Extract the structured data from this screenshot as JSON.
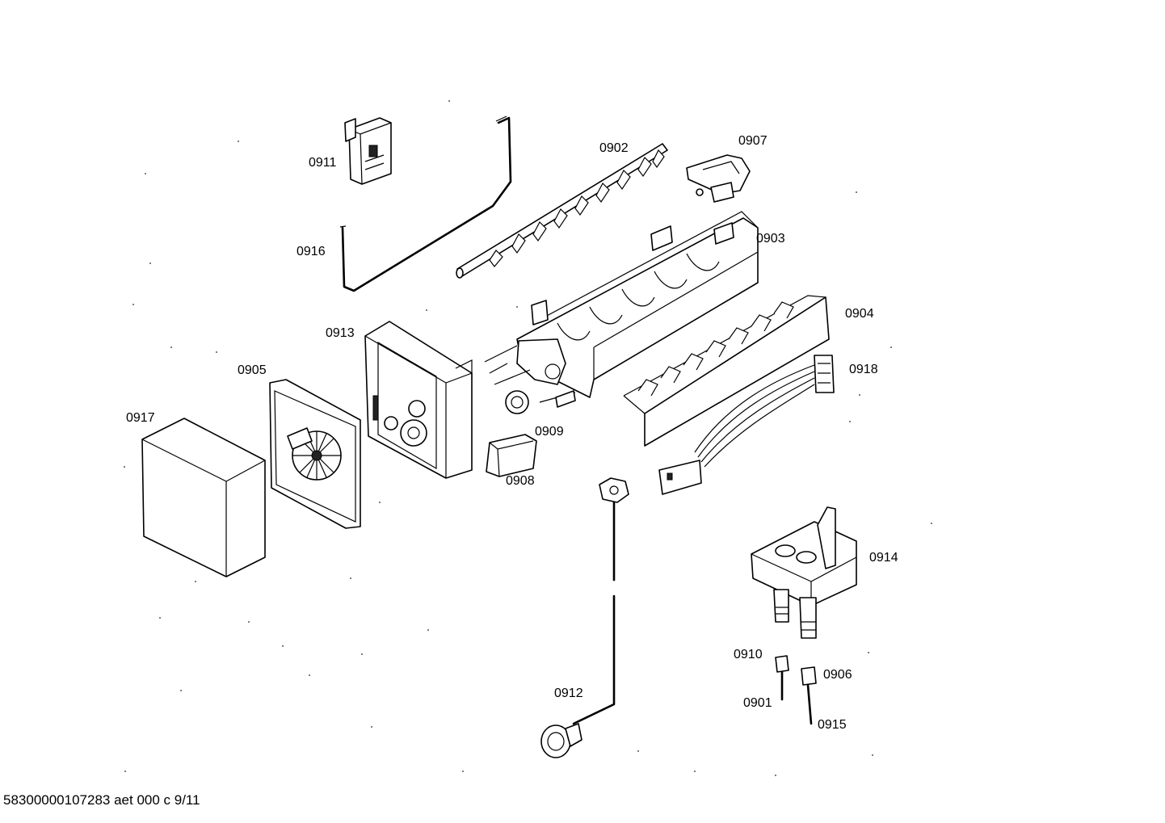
{
  "footer_text": "58300000107283 aet 000 c 9/11",
  "part_labels": {
    "p0901": "0901",
    "p0902": "0902",
    "p0903": "0903",
    "p0904": "0904",
    "p0905": "0905",
    "p0906": "0906",
    "p0907": "0907",
    "p0908": "0908",
    "p0909": "0909",
    "p0910": "0910",
    "p0911": "0911",
    "p0912": "0912",
    "p0913": "0913",
    "p0914": "0914",
    "p0915": "0915",
    "p0916": "0916",
    "p0917": "0917",
    "p0918": "0918"
  }
}
